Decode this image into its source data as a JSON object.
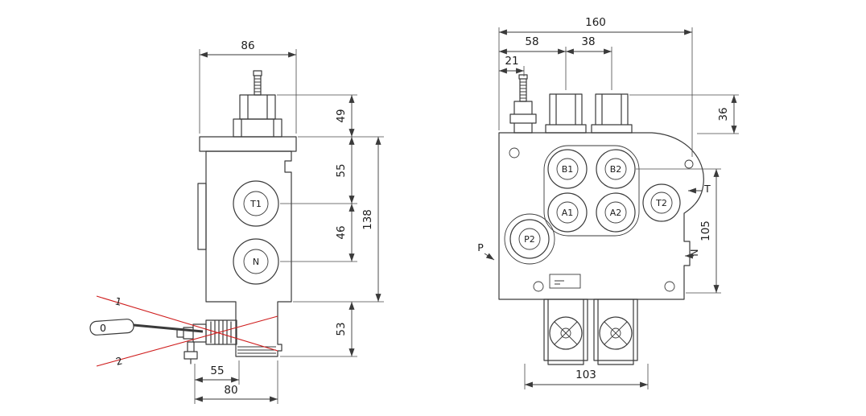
{
  "colors": {
    "line": "#3a3a3a",
    "dimension": "#3a3a3a",
    "position_lines": "#cf1d1d",
    "background": "#ffffff"
  },
  "side_view": {
    "dimensions": {
      "body_width": "86",
      "relief_valve_height": "49",
      "top_to_t1": "55",
      "t1_to_n": "46",
      "body_height": "138",
      "bottom_boss_height": "53",
      "lever_to_boss": "55",
      "lever_to_body": "80"
    },
    "ports": {
      "t1": "T1",
      "n": "N"
    },
    "lever_positions": {
      "raised": "1",
      "neutral": "0",
      "lowered": "2"
    }
  },
  "front_view": {
    "dimensions": {
      "total_width": "160",
      "left_to_first_cap": "58",
      "cap_to_cap": "38",
      "left_to_relief": "21",
      "cap_height": "36",
      "ports_height": "105",
      "sections_width": "103"
    },
    "ports": {
      "b1": "B1",
      "b2": "B2",
      "a1": "A1",
      "a2": "A2",
      "t2": "T2",
      "p2": "P2"
    },
    "port_arrows": {
      "p": "P",
      "t": "T",
      "n": "N"
    }
  }
}
